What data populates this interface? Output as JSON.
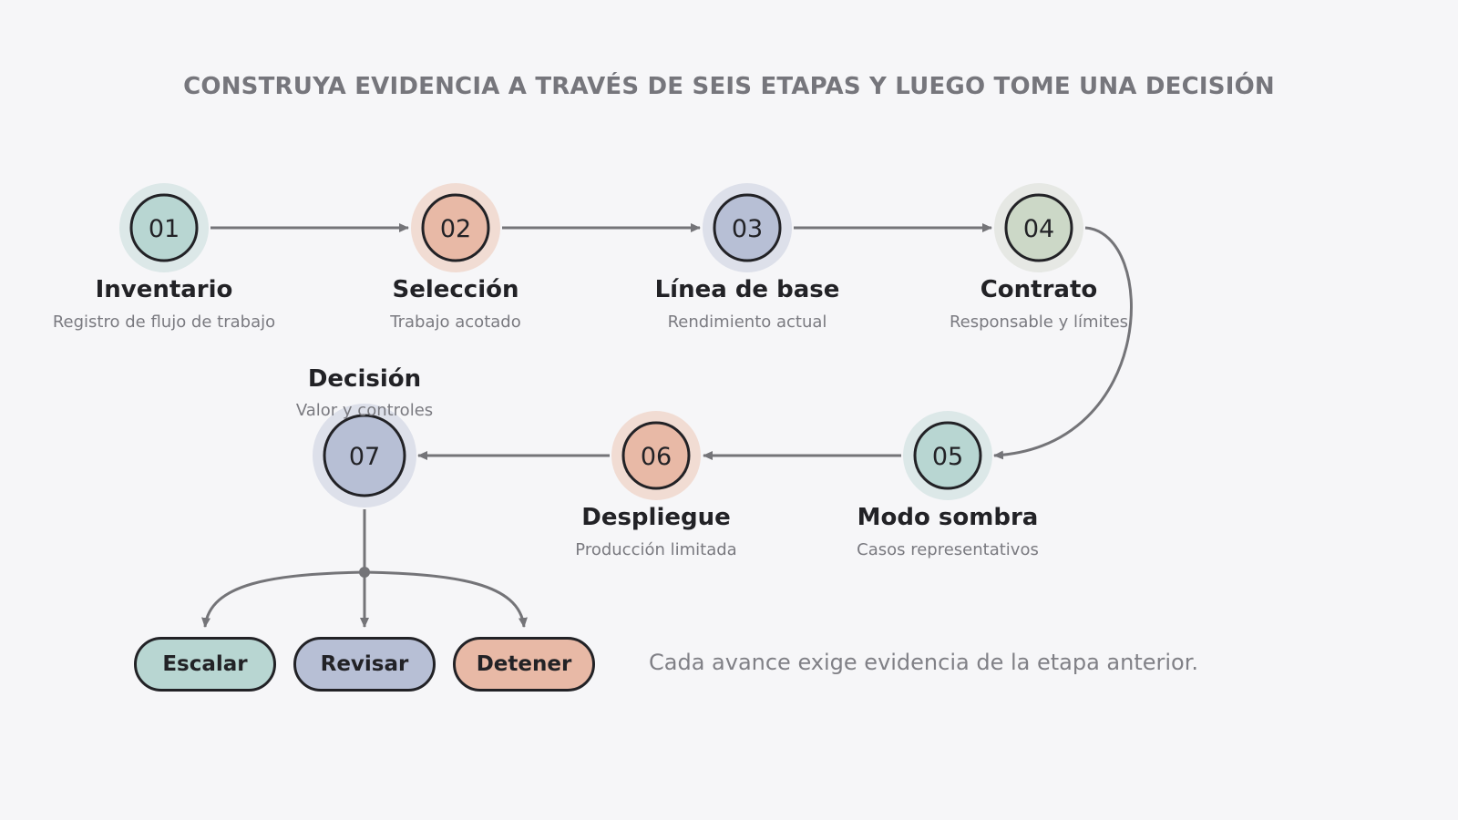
{
  "title": "CONSTRUYA EVIDENCIA A TRAVÉS DE SEIS ETAPAS Y LUEGO TOME UNA DECISIÓN",
  "steps": [
    {
      "num": "01",
      "label": "Inventario",
      "sub": "Registro de flujo de trabajo",
      "fill": "#b8d6d2",
      "halo": "#dce8e8"
    },
    {
      "num": "02",
      "label": "Selección",
      "sub": "Trabajo acotado",
      "fill": "#e8b9a6",
      "halo": "#f1dcd3"
    },
    {
      "num": "03",
      "label": "Línea de base",
      "sub": "Rendimiento actual",
      "fill": "#b7bfd5",
      "halo": "#dde0ea"
    },
    {
      "num": "04",
      "label": "Contrato",
      "sub": "Responsable y límites",
      "fill": "#ccd8c7",
      "halo": "#e6e8e4"
    },
    {
      "num": "05",
      "label": "Modo sombra",
      "sub": "Casos representativos",
      "fill": "#b8d6d2",
      "halo": "#dce8e8"
    },
    {
      "num": "06",
      "label": "Despliegue",
      "sub": "Producción limitada",
      "fill": "#e8b9a6",
      "halo": "#f1dcd3"
    },
    {
      "num": "07",
      "label": "Decisión",
      "sub": "Valor y controles",
      "fill": "#b7bfd5",
      "halo": "#dde0ea"
    }
  ],
  "outcomes": [
    {
      "label": "Escalar",
      "fill": "#b8d6d2"
    },
    {
      "label": "Revisar",
      "fill": "#b7bfd5"
    },
    {
      "label": "Detener",
      "fill": "#e8b9a6"
    }
  ],
  "note": "Cada avance exige evidencia de la etapa anterior.",
  "colors": {
    "stroke": "#222226",
    "connector": "#747478",
    "background": "#f6f6f8"
  }
}
